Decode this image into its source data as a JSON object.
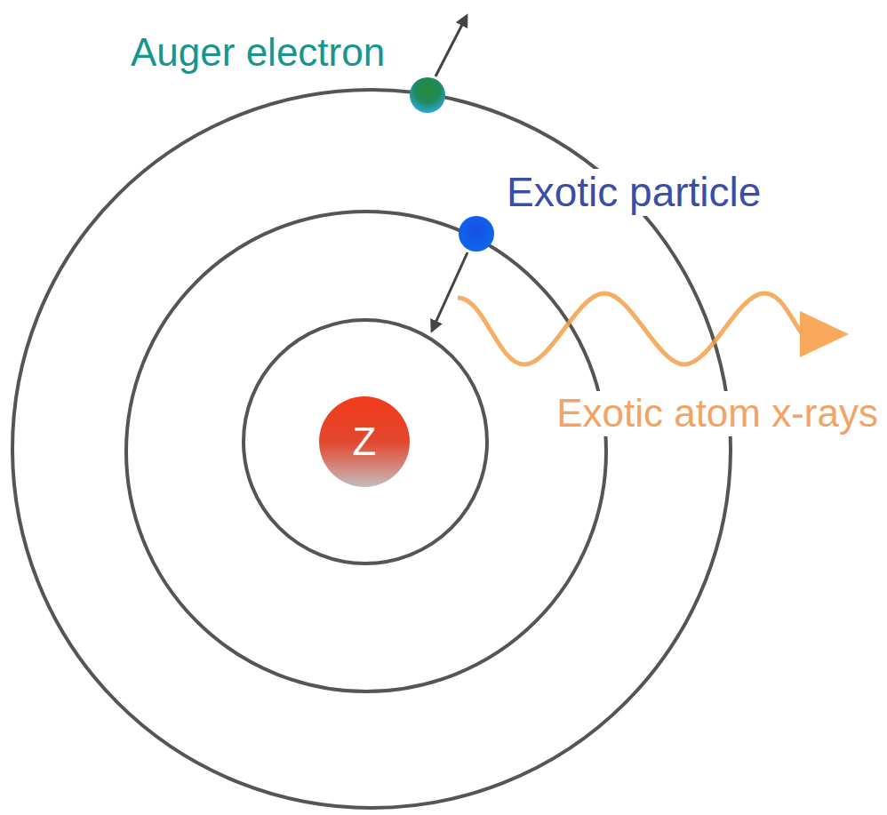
{
  "diagram": {
    "nodes": [
      {
        "text": [
          "Z"
        ]
      }
    ],
    "labels": [
      "Auger electron",
      "Exotic particle",
      "Exotic atom x-rays"
    ]
  }
}
